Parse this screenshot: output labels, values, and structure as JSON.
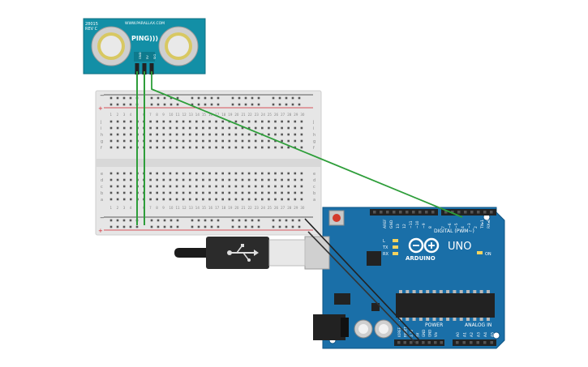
{
  "sensor": {
    "part_number": "28015",
    "revision": "REV C",
    "website": "WWW.PARALLAX.COM",
    "name": "PING)))",
    "pins": [
      "GND",
      "5V",
      "SIG"
    ],
    "board_color": "#138fa6"
  },
  "breadboard": {
    "columns": 30,
    "rows_top": [
      "j",
      "i",
      "h",
      "g",
      "f"
    ],
    "rows_bottom": [
      "e",
      "d",
      "c",
      "b",
      "a"
    ],
    "rail_minus": "−",
    "rail_plus": "+"
  },
  "arduino": {
    "brand": "ARDUINO",
    "model": "UNO",
    "digital_label": "DIGITAL (PWM~)",
    "power_label": "POWER",
    "analog_label": "ANALOG IN",
    "aref_label": "AREF",
    "gnd_label": "GND",
    "digital_pins": [
      "13",
      "12",
      "~11",
      "~10",
      "~9",
      "8",
      "7",
      "~6",
      "~5",
      "4",
      "~3",
      "2",
      "TX▸1",
      "RX◂0"
    ],
    "power_pins": [
      "IOREF",
      "RESET",
      "3.3V",
      "5V",
      "GND",
      "GND",
      "Vin"
    ],
    "analog_pins": [
      "A0",
      "A1",
      "A2",
      "A3",
      "A4",
      "A5"
    ],
    "led_labels": [
      "L",
      "TX",
      "RX"
    ],
    "on_label": "ON",
    "board_color": "#1a6fa8"
  },
  "wires": {
    "signal_color": "#2e9e3a",
    "power_color": "#2e9e3a",
    "ground_color": "#222222"
  }
}
